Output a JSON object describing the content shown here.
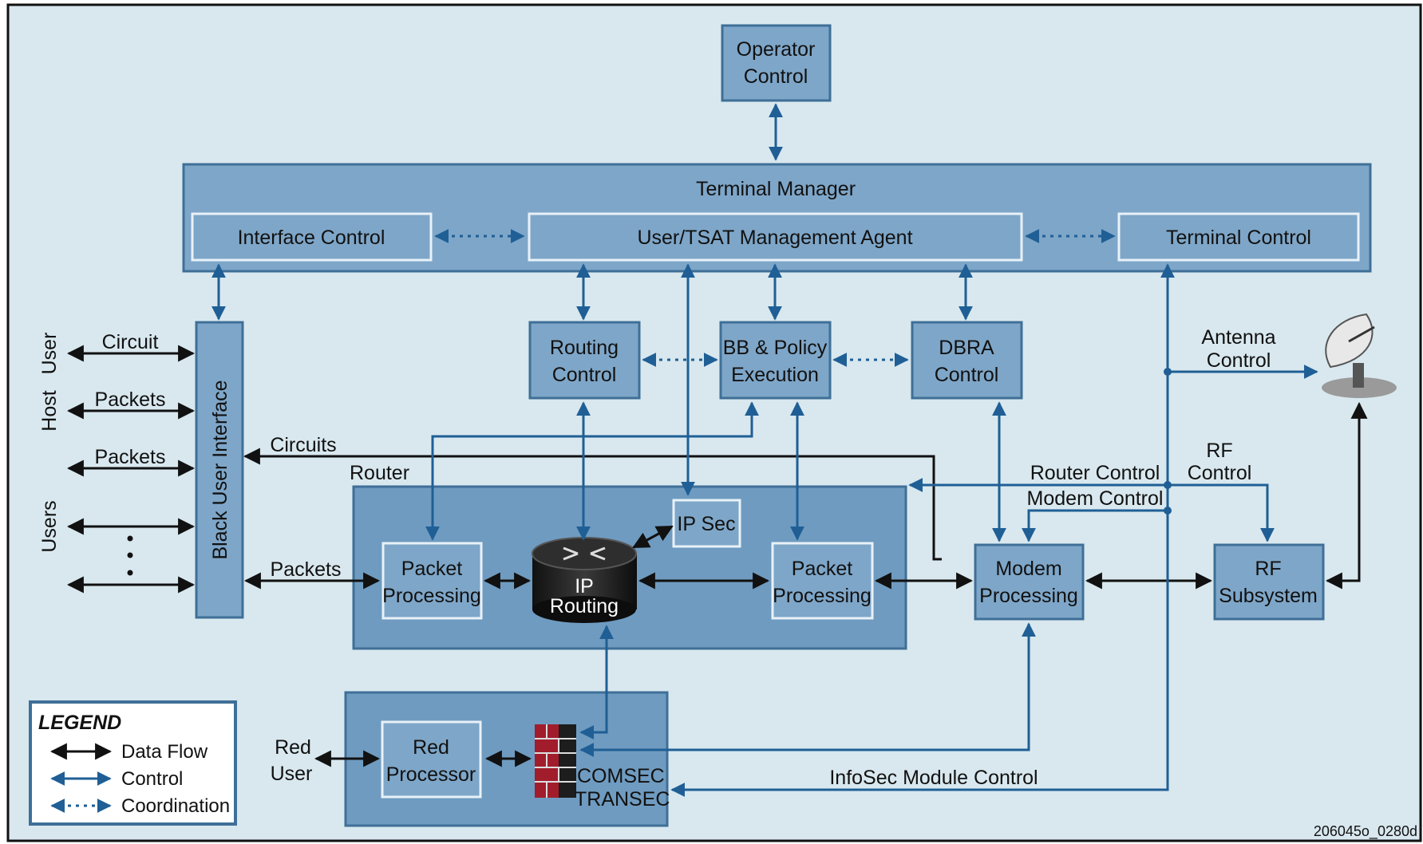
{
  "operator_control": {
    "line1": "Operator",
    "line2": "Control"
  },
  "terminal_manager": {
    "title": "Terminal Manager",
    "interface_control": "Interface Control",
    "mgmt_agent": "User/TSAT Management Agent",
    "terminal_control": "Terminal Control"
  },
  "black_user_interface": "Black User Interface",
  "routing_control": {
    "line1": "Routing",
    "line2": "Control"
  },
  "bb_policy": {
    "line1": "BB & Policy",
    "line2": "Execution"
  },
  "dbra": {
    "line1": "DBRA",
    "line2": "Control"
  },
  "router": {
    "label": "Router",
    "packet_processing_left": {
      "line1": "Packet",
      "line2": "Processing"
    },
    "packet_processing_right": {
      "line1": "Packet",
      "line2": "Processing"
    },
    "ip_routing": {
      "line1": "IP",
      "line2": "Routing"
    },
    "ip_sec": "IP Sec"
  },
  "modem_processing": {
    "line1": "Modem",
    "line2": "Processing"
  },
  "rf_subsystem": {
    "line1": "RF",
    "line2": "Subsystem"
  },
  "red_processor": {
    "line1": "Red",
    "line2": "Processor"
  },
  "comsec": {
    "line1": "COMSEC",
    "line2": "TRANSEC"
  },
  "side_labels": {
    "user": "User",
    "host": "Host",
    "users": "Users"
  },
  "flow_labels": {
    "circuit": "Circuit",
    "packets_1": "Packets",
    "packets_2": "Packets",
    "circuits": "Circuits",
    "packets_3": "Packets",
    "antenna_control_1": "Antenna",
    "antenna_control_2": "Control",
    "rf_control_1": "RF",
    "rf_control_2": "Control",
    "router_control": "Router Control",
    "modem_control": "Modem Control",
    "infosec": "InfoSec Module Control",
    "red_user_1": "Red",
    "red_user_2": "User"
  },
  "legend": {
    "title": "LEGEND",
    "items": [
      "Data Flow",
      "Control",
      "Coordination"
    ]
  },
  "figure_id": "206045o_0280d",
  "colors": {
    "background": "#d9e8ef",
    "box": "#7ea6c8",
    "control": "#1f5f95",
    "data": "#111111"
  }
}
